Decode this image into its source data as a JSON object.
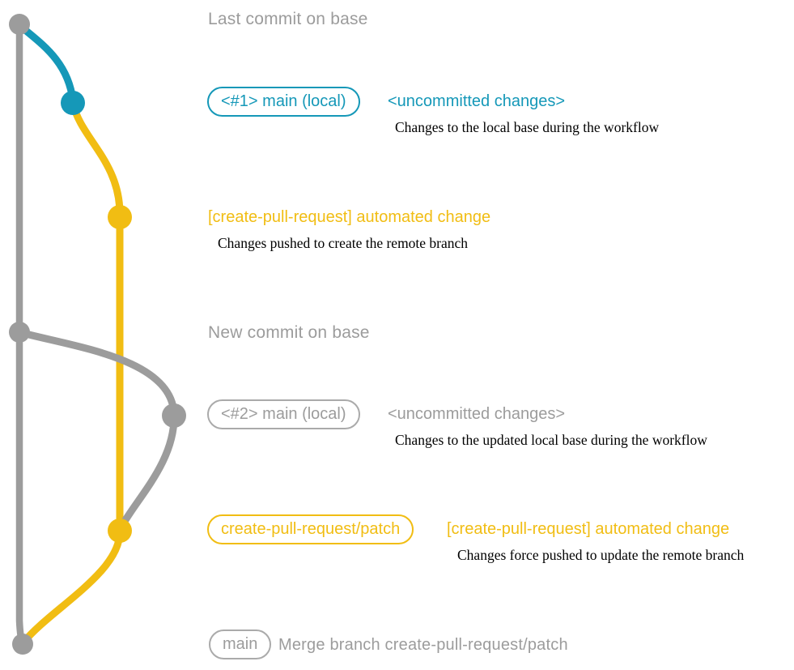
{
  "colors": {
    "gray": "#9c9c9c",
    "teal": "#1598b8",
    "yellow": "#f1bd13",
    "note_text": "#000000",
    "background": "#ffffff"
  },
  "labels": {
    "last_commit": "Last commit on base",
    "branch1": {
      "tag": "<#1> main (local)",
      "status": "<uncommitted changes>",
      "note": "Changes to the local base during the workflow"
    },
    "commit1": {
      "title": "[create-pull-request] automated change",
      "note": "Changes pushed to create the remote branch"
    },
    "new_commit": "New commit on base",
    "branch2": {
      "tag": "<#2> main (local)",
      "status": "<uncommitted changes>",
      "note": "Changes to the updated local base during the workflow"
    },
    "branch3": {
      "tag": "create-pull-request/patch",
      "title": "[create-pull-request] automated change",
      "note": "Changes force pushed to update the remote branch"
    },
    "merge": {
      "tag": "main",
      "message": "Merge branch create-pull-request/patch"
    }
  }
}
